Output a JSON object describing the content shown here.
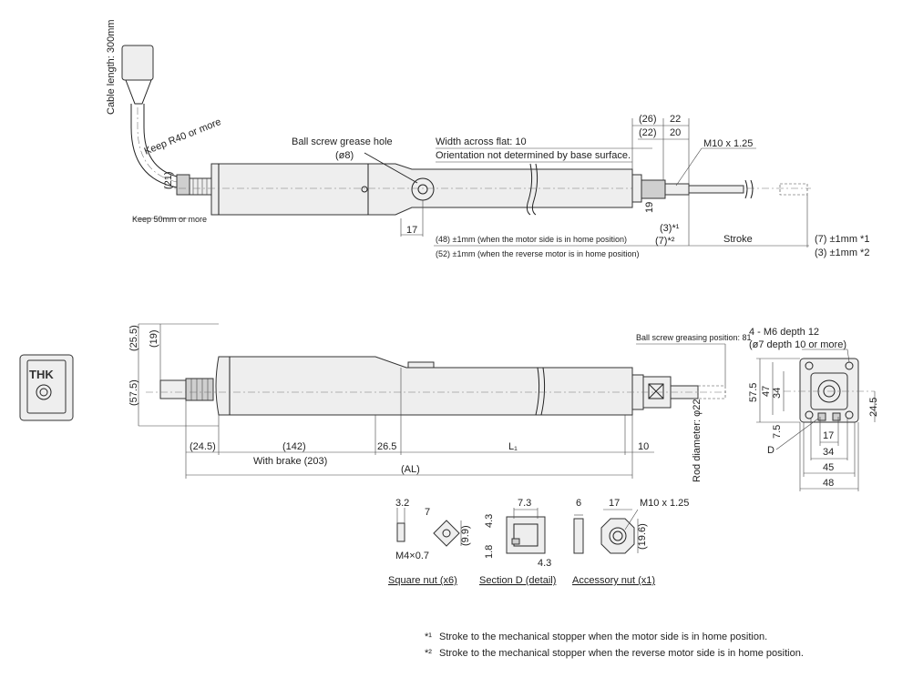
{
  "top_view": {
    "cable_length": "Cable length: 300mm",
    "keep_r40": "Keep R40 or more",
    "dim_21": "(21)",
    "keep_50": "Keep 50mm or more",
    "grease_hole": "Ball screw grease hole",
    "grease_dia": "(ø8)",
    "width_flat": "Width across flat: 10",
    "orientation": "Orientation not determined by base surface.",
    "dim_17": "17",
    "dim_19": "19",
    "dim_26": "(26)",
    "dim_22a": "22",
    "dim_22b": "(22)",
    "dim_20": "20",
    "thread": "M10 x 1.25",
    "dim_3s1": "(3)*¹",
    "dim_7s2": "(7)*²",
    "stroke": "Stroke",
    "dim_7pm": "(7) ±1mm *1",
    "dim_3pm": "(3) ±1mm *2",
    "home_48": "(48) ±1mm (when the motor side is in home position)",
    "home_52": "(52) ±1mm (when the reverse motor is in home position)"
  },
  "front_view": {
    "dim_255": "(25.5)",
    "dim_19": "(19)",
    "dim_575": "(57.5)",
    "greasing_pos": "Ball screw greasing position: 81",
    "dim_245": "(24.5)",
    "dim_142": "(142)",
    "dim_265": "26.5",
    "dim_l1": "L₁",
    "dim_10": "10",
    "with_brake": "With brake (203)",
    "dim_al": "(AL)",
    "rod_dia": "Rod diameter: φ22"
  },
  "logo": "THK",
  "end_view": {
    "holes": "4 - M6 depth 12",
    "holes_sub": "(ø7 depth 10 or more)",
    "dim_575": "57.5",
    "dim_47": "47",
    "dim_34v": "34",
    "dim_75": "7.5",
    "dim_245": "24.5",
    "dim_17": "17",
    "dim_34": "34",
    "dim_45": "45",
    "dim_48": "48",
    "label_d": "D"
  },
  "details": {
    "sq_32": "3.2",
    "sq_7": "7",
    "sq_99": "(9.9)",
    "sq_m4": "M4×0.7",
    "sq_caption": "Square nut (x6)",
    "sd_73": "7.3",
    "sd_43a": "4.3",
    "sd_18": "1.8",
    "sd_43b": "4.3",
    "sd_caption": "Section D (detail)",
    "an_6": "6",
    "an_17": "17",
    "an_thread": "M10 x 1.25",
    "an_196": "(19.6)",
    "an_caption": "Accessory nut (x1)"
  },
  "notes": {
    "note1_mark": "*¹",
    "note1": "Stroke to the mechanical stopper when the motor side is in home position.",
    "note2_mark": "*²",
    "note2": "Stroke to the mechanical stopper when the reverse motor side is in home position."
  }
}
